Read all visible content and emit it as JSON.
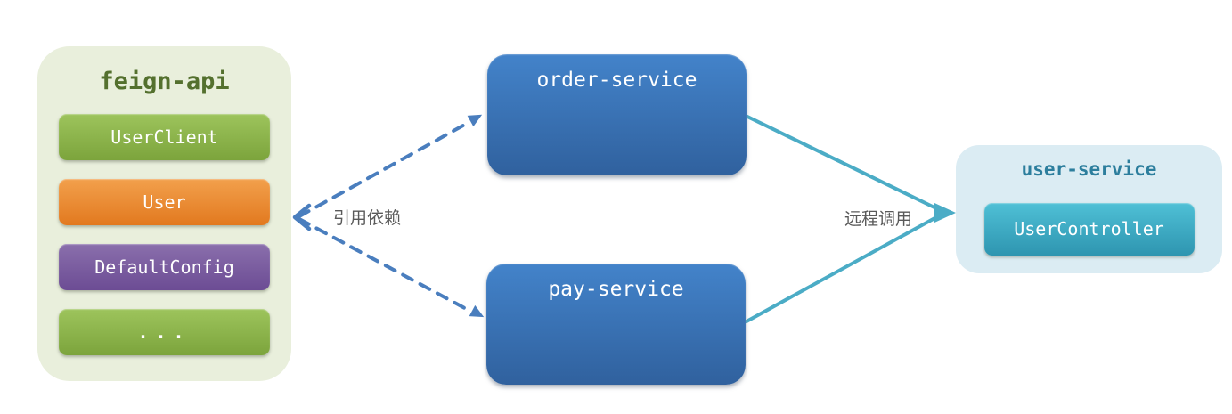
{
  "feign": {
    "title": "feign-api",
    "items": [
      {
        "label": "UserClient",
        "variant": "green"
      },
      {
        "label": "User",
        "variant": "orange"
      },
      {
        "label": "DefaultConfig",
        "variant": "purple"
      },
      {
        "label": "...",
        "variant": "green"
      }
    ]
  },
  "services": {
    "order": {
      "label": "order-service"
    },
    "pay": {
      "label": "pay-service"
    }
  },
  "user_service": {
    "title": "user-service",
    "controller": {
      "label": "UserController"
    }
  },
  "edges": {
    "dependency": {
      "label": "引用依赖",
      "style": "dashed",
      "color": "#4A7EBE"
    },
    "remote_call": {
      "label": "远程调用",
      "style": "solid",
      "color": "#4BACC6"
    }
  },
  "colors": {
    "canvas_bg": "#FFFFFF",
    "feign_bg": "#E9EFDC",
    "feign_title": "#54702E",
    "user_service_bg": "#DBECF3",
    "user_service_title": "#2C7E9D",
    "service_box_top": "#4383CA",
    "service_box_bottom": "#30619E",
    "green_top": "#9DC45C",
    "green_bottom": "#7CA43C",
    "orange_top": "#F2A04C",
    "orange_bottom": "#E2791F",
    "purple_top": "#8A6FAC",
    "purple_bottom": "#6C4C94",
    "teal_top": "#4FC0D6",
    "teal_bottom": "#2E95B0",
    "edge_label_text": "#595959"
  }
}
